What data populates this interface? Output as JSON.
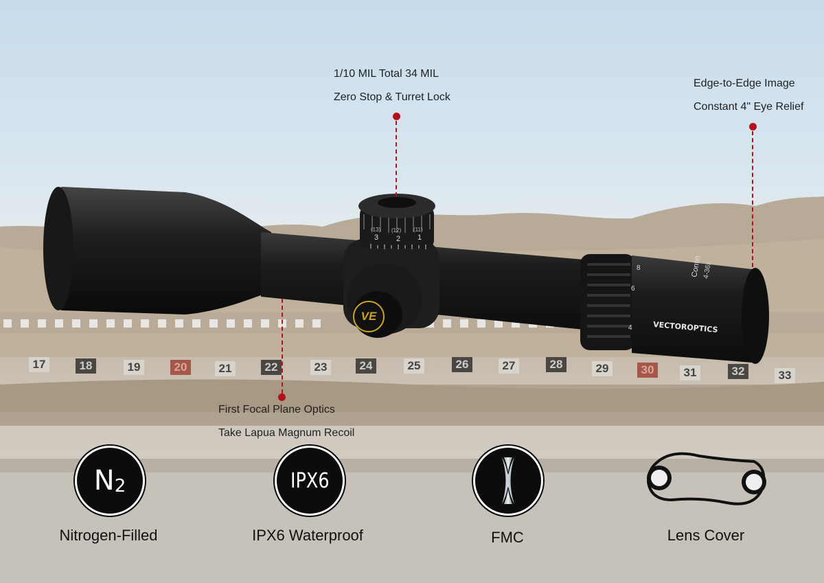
{
  "callouts": {
    "turret": {
      "line1": "1/10 MIL Total 34 MIL",
      "line2": "Zero Stop & Turret Lock"
    },
    "eyepiece": {
      "line1": "Edge-to-Edge Image",
      "line2": "Constant 4\" Eye Relief"
    },
    "optics": {
      "line1": "First Focal Plane Optics",
      "line2": "Take Lapua Magnum Recoil"
    }
  },
  "scope": {
    "brand": "VECTOROPTICS",
    "logo_text": "VE",
    "turret_numbers": [
      "3",
      "2",
      "1"
    ],
    "turret_sub": [
      "(13)",
      "(12)",
      "(11)"
    ],
    "mag_marks": [
      "8",
      "6",
      "4"
    ],
    "body_text": [
      "Contin",
      "4-36x"
    ]
  },
  "range_numbers": [
    "17",
    "18",
    "19",
    "20",
    "21",
    "22",
    "23",
    "24",
    "25",
    "26",
    "27",
    "28",
    "29",
    "30",
    "31",
    "32",
    "33"
  ],
  "features": [
    {
      "icon": "nitrogen-icon",
      "badge_text": "N",
      "badge_sub": "2",
      "label": "Nitrogen-Filled"
    },
    {
      "icon": "waterproof-icon",
      "badge_text": "IPX6",
      "label": "IPX6 Waterproof"
    },
    {
      "icon": "lens-coating-icon",
      "label": "FMC"
    },
    {
      "icon": "lens-cover-icon",
      "label": "Lens Cover"
    }
  ],
  "colors": {
    "accent": "#b3121b",
    "badge": "#0c0c0c",
    "scope": "#1b1b1b",
    "logo_gold": "#c9a227"
  }
}
